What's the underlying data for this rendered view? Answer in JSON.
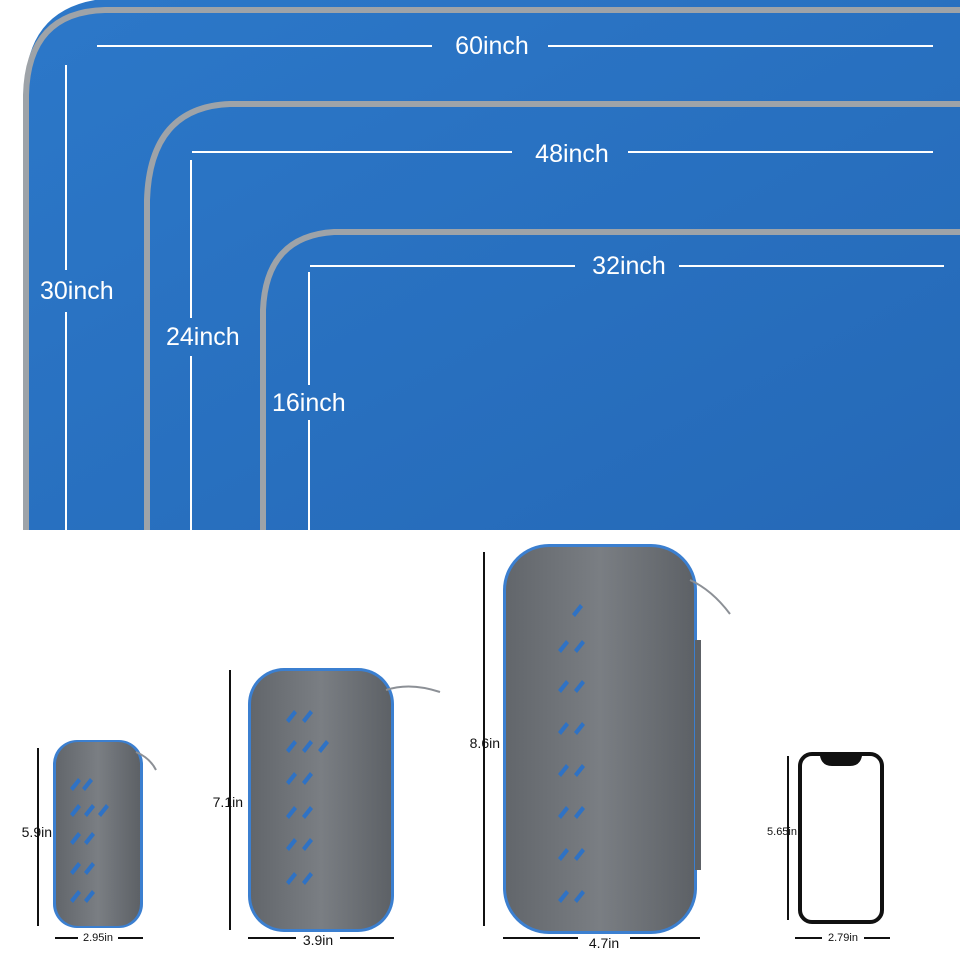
{
  "towel": {
    "colors": {
      "fabric": "#2a73c4",
      "fabric_dark": "#1f64b2",
      "piping": "#9ea3a8",
      "guide": "#ffffff"
    },
    "dimensions": {
      "large_width": "60inch",
      "large_height": "30inch",
      "medium_width": "48inch",
      "medium_height": "24inch",
      "small_width": "32inch",
      "small_height": "16inch"
    }
  },
  "cases": {
    "colors": {
      "shell": "#6f7378",
      "shell_light": "#7d8186",
      "zipper": "#3b7fd0",
      "vent": "#2d6fbf"
    },
    "small": {
      "height": "5.9in",
      "width": "2.95in"
    },
    "medium": {
      "height": "7.1in",
      "width": "3.9in"
    },
    "large": {
      "height": "8.6in",
      "width": "4.7in"
    },
    "phone": {
      "height": "5.65in",
      "width": "2.79in"
    }
  }
}
